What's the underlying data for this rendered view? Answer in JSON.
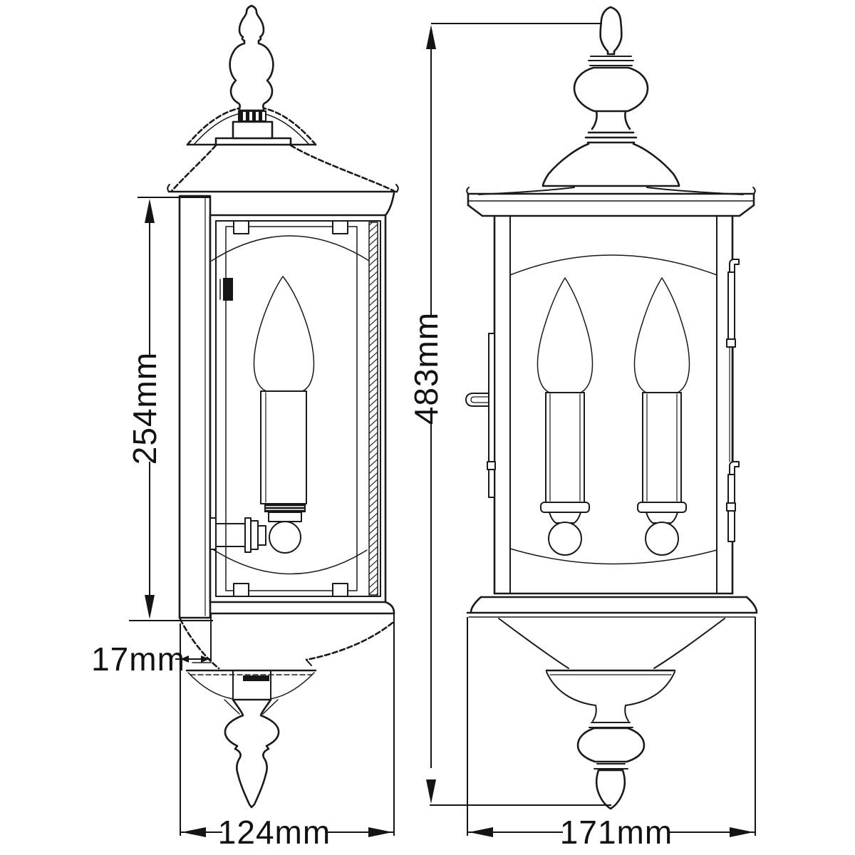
{
  "colors": {
    "background": "#ffffff",
    "line": "#1a1a1a",
    "dimension_text": "#101016"
  },
  "dimensions": {
    "side_height": "254mm",
    "side_plate_depth": "17mm",
    "side_width": "124mm",
    "front_height": "483mm",
    "front_width": "171mm"
  }
}
